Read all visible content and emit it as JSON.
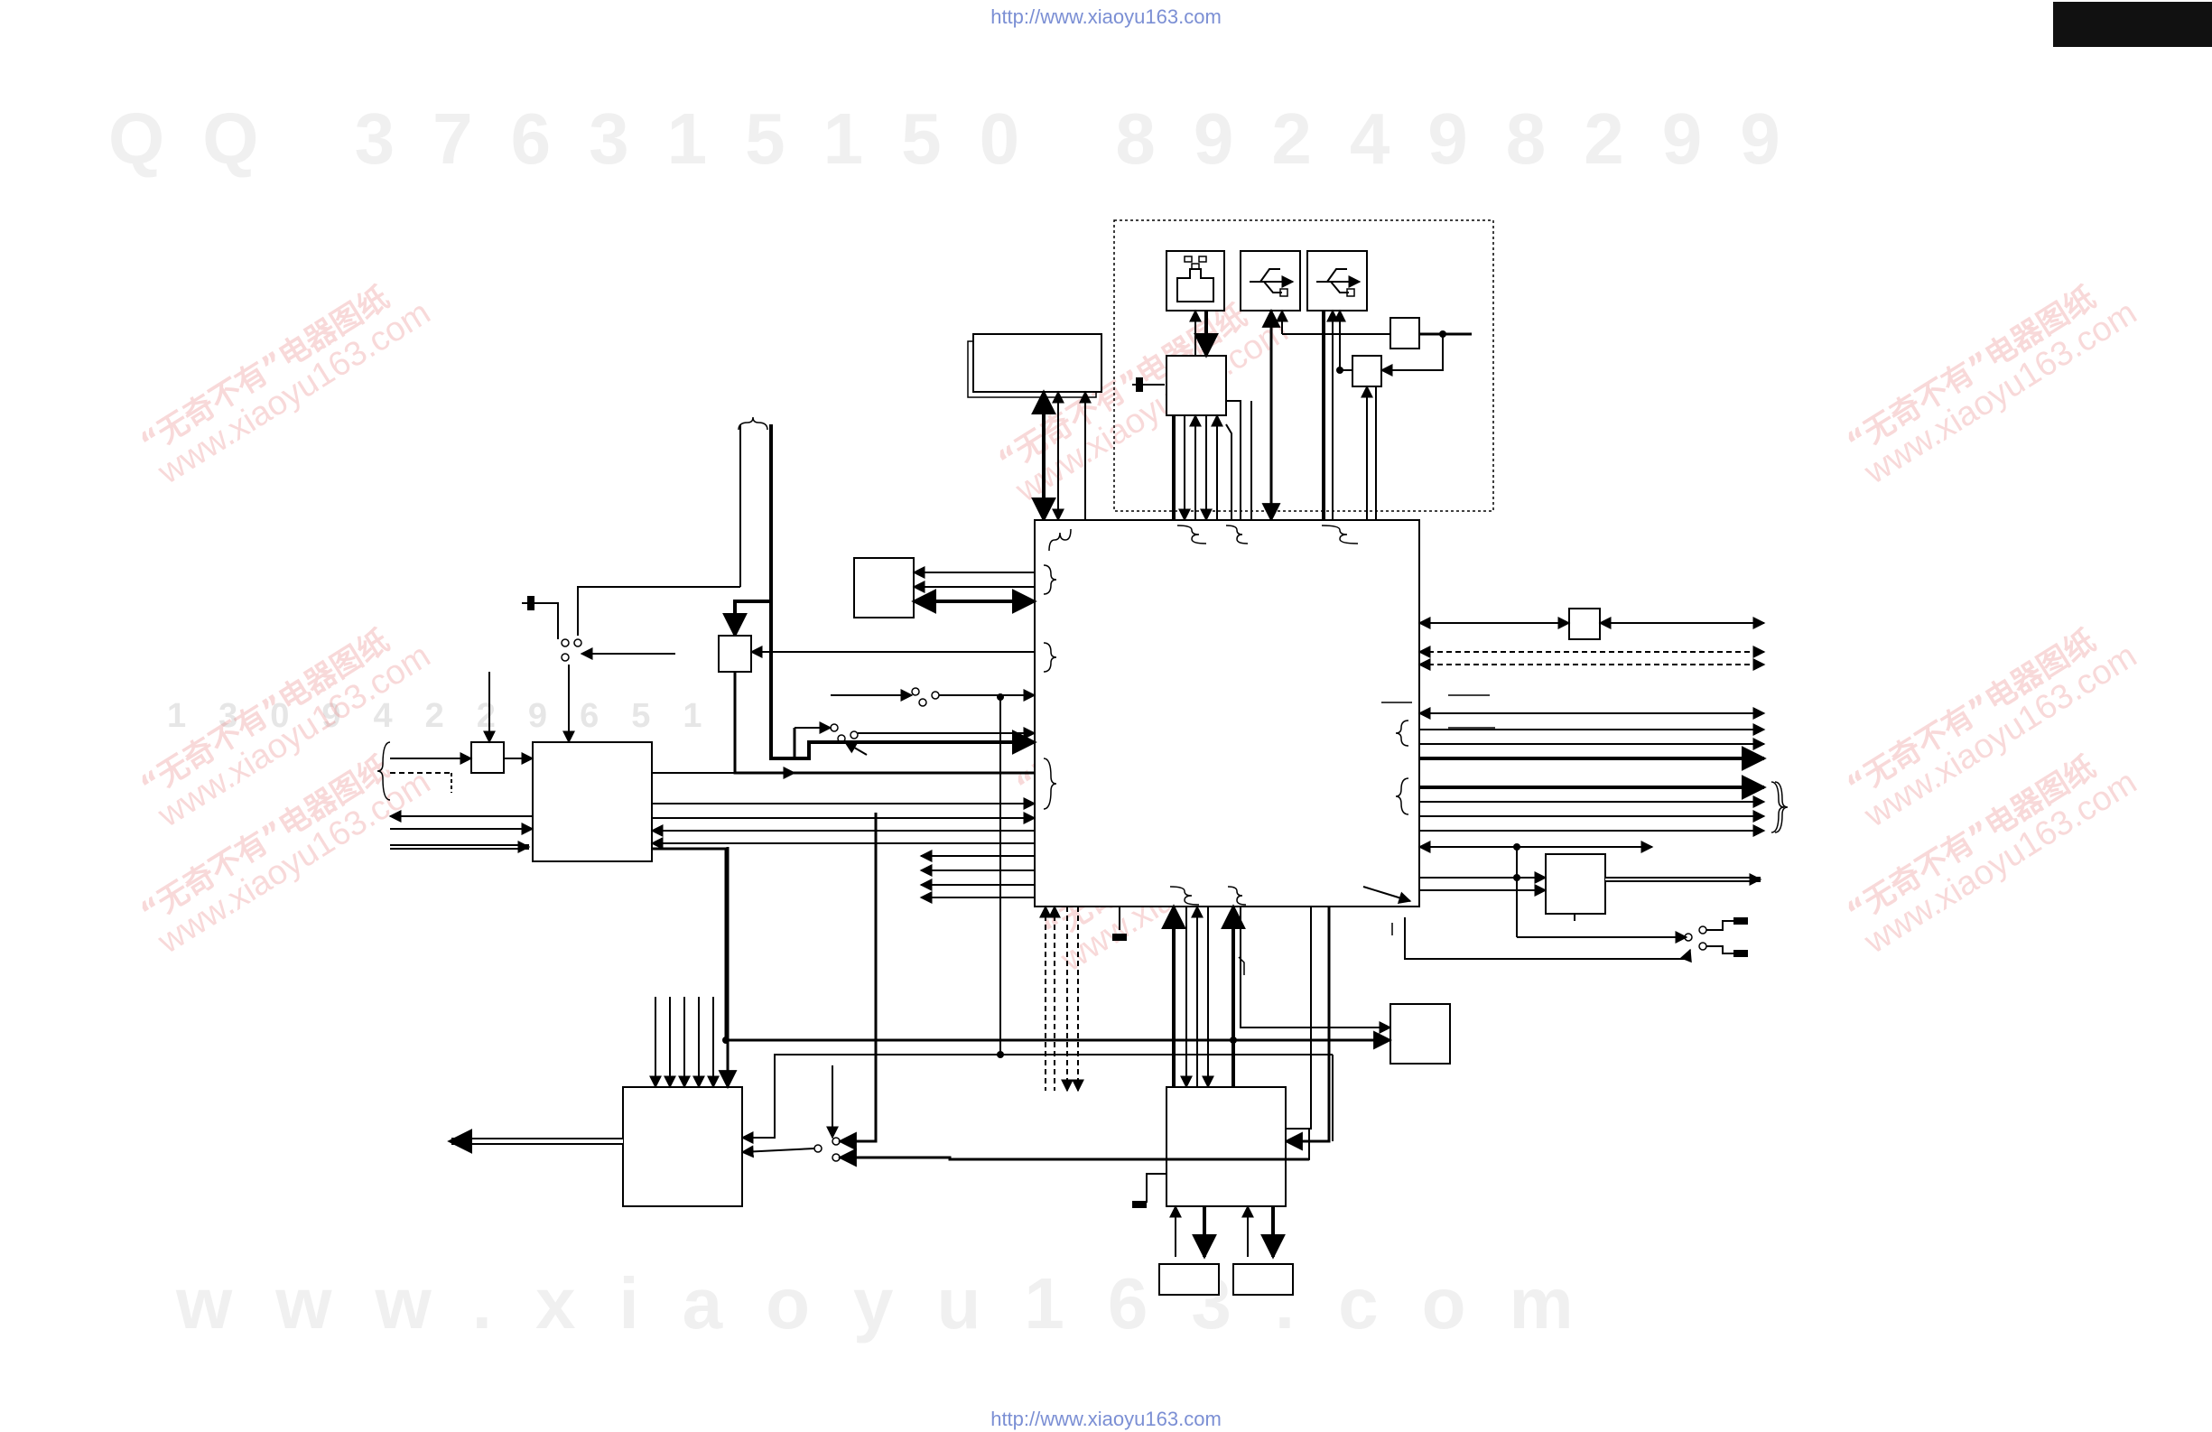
{
  "header": {
    "url": "http://www.xiaoyu163.com"
  },
  "footer": {
    "url": "http://www.xiaoyu163.com"
  },
  "colors": {
    "url_text": "#7b8fd4",
    "line": "#000000",
    "watermark": "#f0f0f0",
    "stamp": "#e08080"
  },
  "watermarks": {
    "qq_row": "QQ 376315150 892498299",
    "mid_row": "13094229651",
    "www_row": "www.xiaoyu163.com",
    "stamp_cn": "“无奇不有”电器图纸",
    "stamp_url": "www.xiaoyu163.com"
  },
  "icons": [
    "ethernet-port-icon",
    "usb-port-icon",
    "usb-port-icon",
    "crystal-oscillator-icon"
  ]
}
